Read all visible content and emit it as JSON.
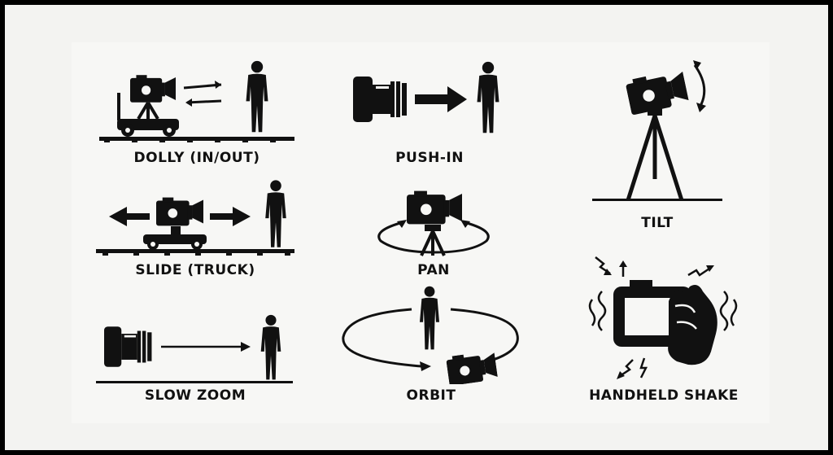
{
  "movements": [
    {
      "id": "dolly",
      "label": "DOLLY (IN/OUT)"
    },
    {
      "id": "push-in",
      "label": "PUSH-IN"
    },
    {
      "id": "tilt",
      "label": "TILT"
    },
    {
      "id": "slide",
      "label": "SLIDE (TRUCK)"
    },
    {
      "id": "pan",
      "label": "PAN"
    },
    {
      "id": "slow-zoom",
      "label": "SLOW ZOOM"
    },
    {
      "id": "orbit",
      "label": "ORBIT"
    },
    {
      "id": "handheld",
      "label": "HANDHELD SHAKE"
    }
  ],
  "colors": {
    "ink": "#111111",
    "background": "#f7f7f5",
    "border": "#000000"
  }
}
